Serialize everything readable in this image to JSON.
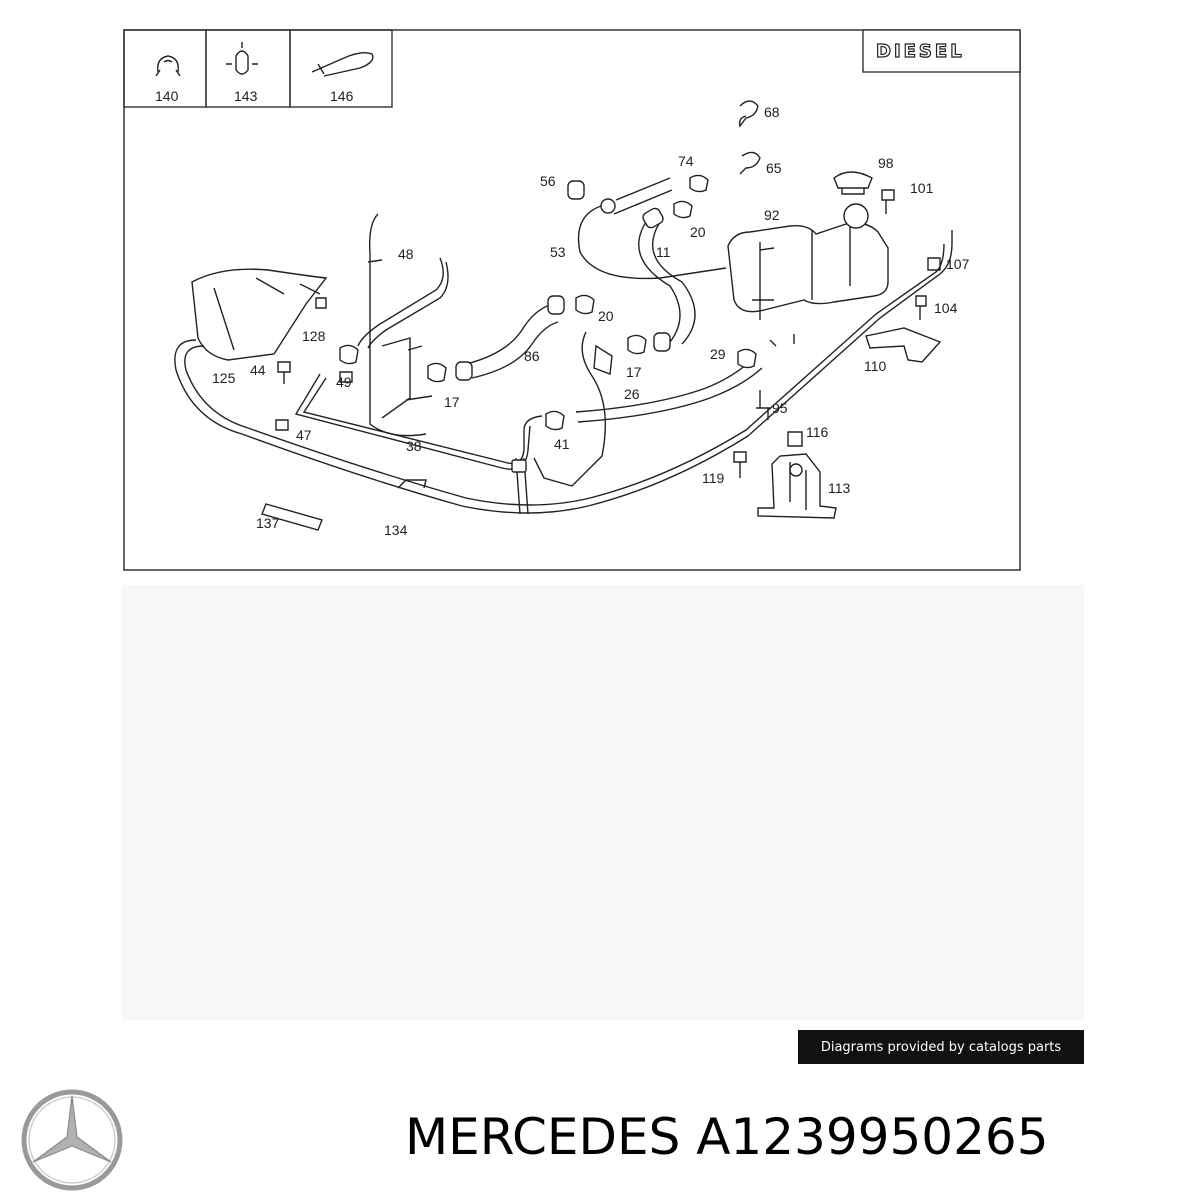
{
  "diagram": {
    "badge": "DIESEL",
    "legend_items": [
      {
        "number": "140",
        "icon": "hose-clamp-icon"
      },
      {
        "number": "143",
        "icon": "pipe-clip-icon"
      },
      {
        "number": "146",
        "icon": "cable-tie-icon"
      }
    ],
    "callouts": [
      "68",
      "74",
      "65",
      "56",
      "98",
      "101",
      "20",
      "92",
      "53",
      "11",
      "107",
      "48",
      "20",
      "104",
      "128",
      "86",
      "17",
      "29",
      "110",
      "44",
      "125",
      "49",
      "17",
      "26",
      "95",
      "47",
      "38",
      "41",
      "116",
      "119",
      "113",
      "137",
      "134"
    ]
  },
  "credit": "Diagrams provided by catalogs parts",
  "brand": {
    "logo": "mercedes-star-logo",
    "title": "MERCEDES A1239950265"
  },
  "colors": {
    "ink": "#222222",
    "credit_bg": "#111111",
    "logo": "#9a9a9a"
  }
}
